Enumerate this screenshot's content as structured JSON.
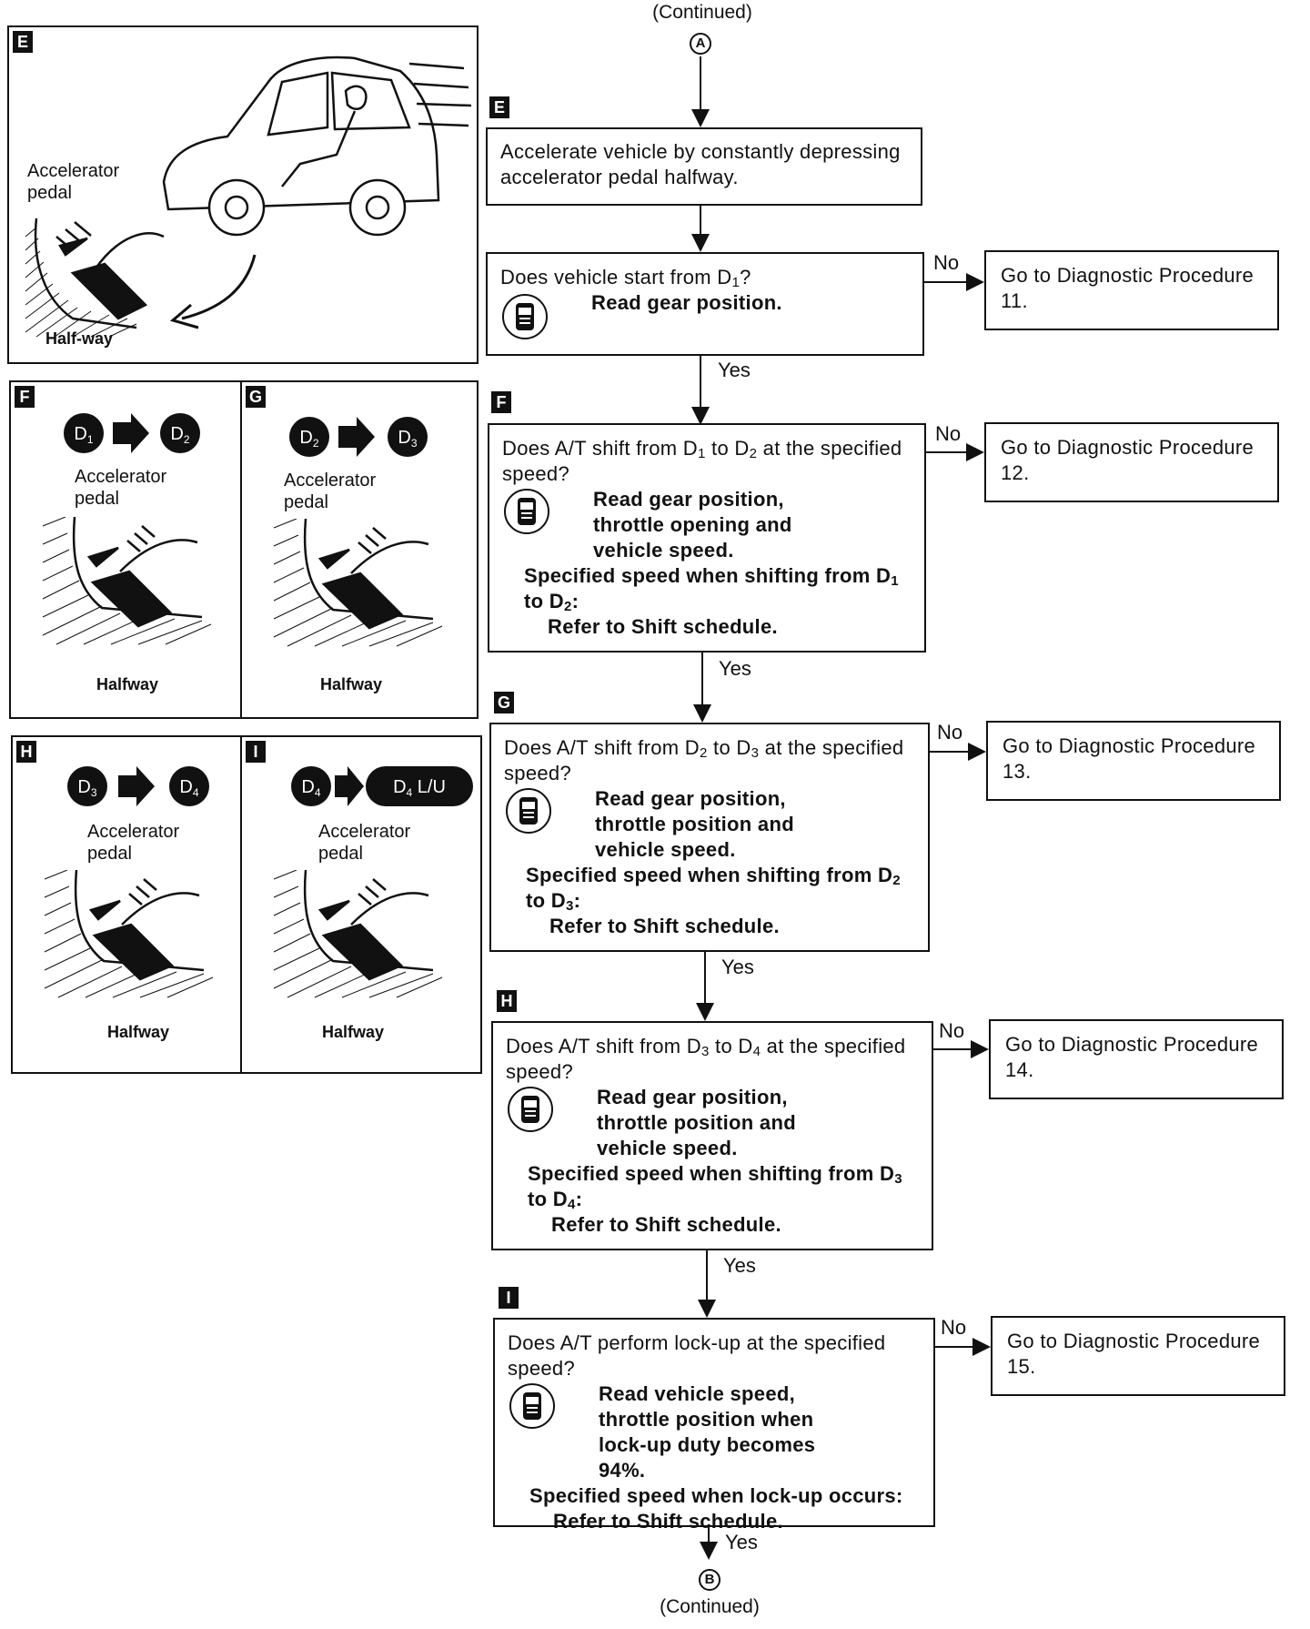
{
  "header": {
    "continued": "(Continued)",
    "connector": "A"
  },
  "footer": {
    "continued": "(Continued)",
    "connector": "B"
  },
  "labels": {
    "yes": "Yes",
    "no": "No"
  },
  "panels": {
    "E": {
      "tag": "E",
      "pedal_label": "Accelerator pedal",
      "position_label": "Half-way"
    },
    "F": {
      "tag": "F",
      "from": "D1",
      "to": "D2",
      "pedal_label": "Accelerator pedal",
      "position_label": "Halfway"
    },
    "G": {
      "tag": "G",
      "from": "D2",
      "to": "D3",
      "pedal_label": "Accelerator pedal",
      "position_label": "Halfway"
    },
    "H": {
      "tag": "H",
      "from": "D3",
      "to": "D4",
      "pedal_label": "Accelerator pedal",
      "position_label": "Halfway"
    },
    "I": {
      "tag": "I",
      "from": "D4",
      "to": "D4 L/U",
      "pedal_label": "Accelerator pedal",
      "position_label": "Halfway"
    }
  },
  "steps": {
    "E": {
      "tag": "E",
      "text": "Accelerate vehicle by constantly depressing accelerator pedal halfway."
    },
    "start": {
      "question": "Does vehicle start from D1?",
      "check": "Read gear position.",
      "no_action": "Go to Diagnostic Procedure 11."
    },
    "F": {
      "tag": "F",
      "question": "Does A/T shift from D1 to D2 at the specified speed?",
      "check": "Read gear position, throttle opening and vehicle speed.",
      "spec_title": "Specified speed when shifting from D1 to D2:",
      "spec_ref": "Refer to Shift schedule.",
      "no_action": "Go to Diagnostic Procedure 12."
    },
    "G": {
      "tag": "G",
      "question": "Does A/T shift from D2 to D3 at the specified speed?",
      "check": "Read gear position, throttle position and vehicle speed.",
      "spec_title": "Specified speed when shifting from D2 to D3:",
      "spec_ref": "Refer to Shift schedule.",
      "no_action": "Go to Diagnostic Procedure 13."
    },
    "H": {
      "tag": "H",
      "question": "Does A/T shift from D3 to D4 at the specified speed?",
      "check": "Read gear position, throttle position and vehicle speed.",
      "spec_title": "Specified speed when shifting from D3 to D4:",
      "spec_ref": "Refer to Shift schedule.",
      "no_action": "Go to Diagnostic Procedure 14."
    },
    "I": {
      "tag": "I",
      "question": "Does A/T perform lock-up at the specified speed?",
      "check": "Read vehicle speed, throttle position when lock-up duty becomes 94%.",
      "spec_title": "Specified speed when lock-up occurs:",
      "spec_ref": "Refer to Shift schedule.",
      "no_action": "Go to Diagnostic Procedure 15."
    }
  }
}
